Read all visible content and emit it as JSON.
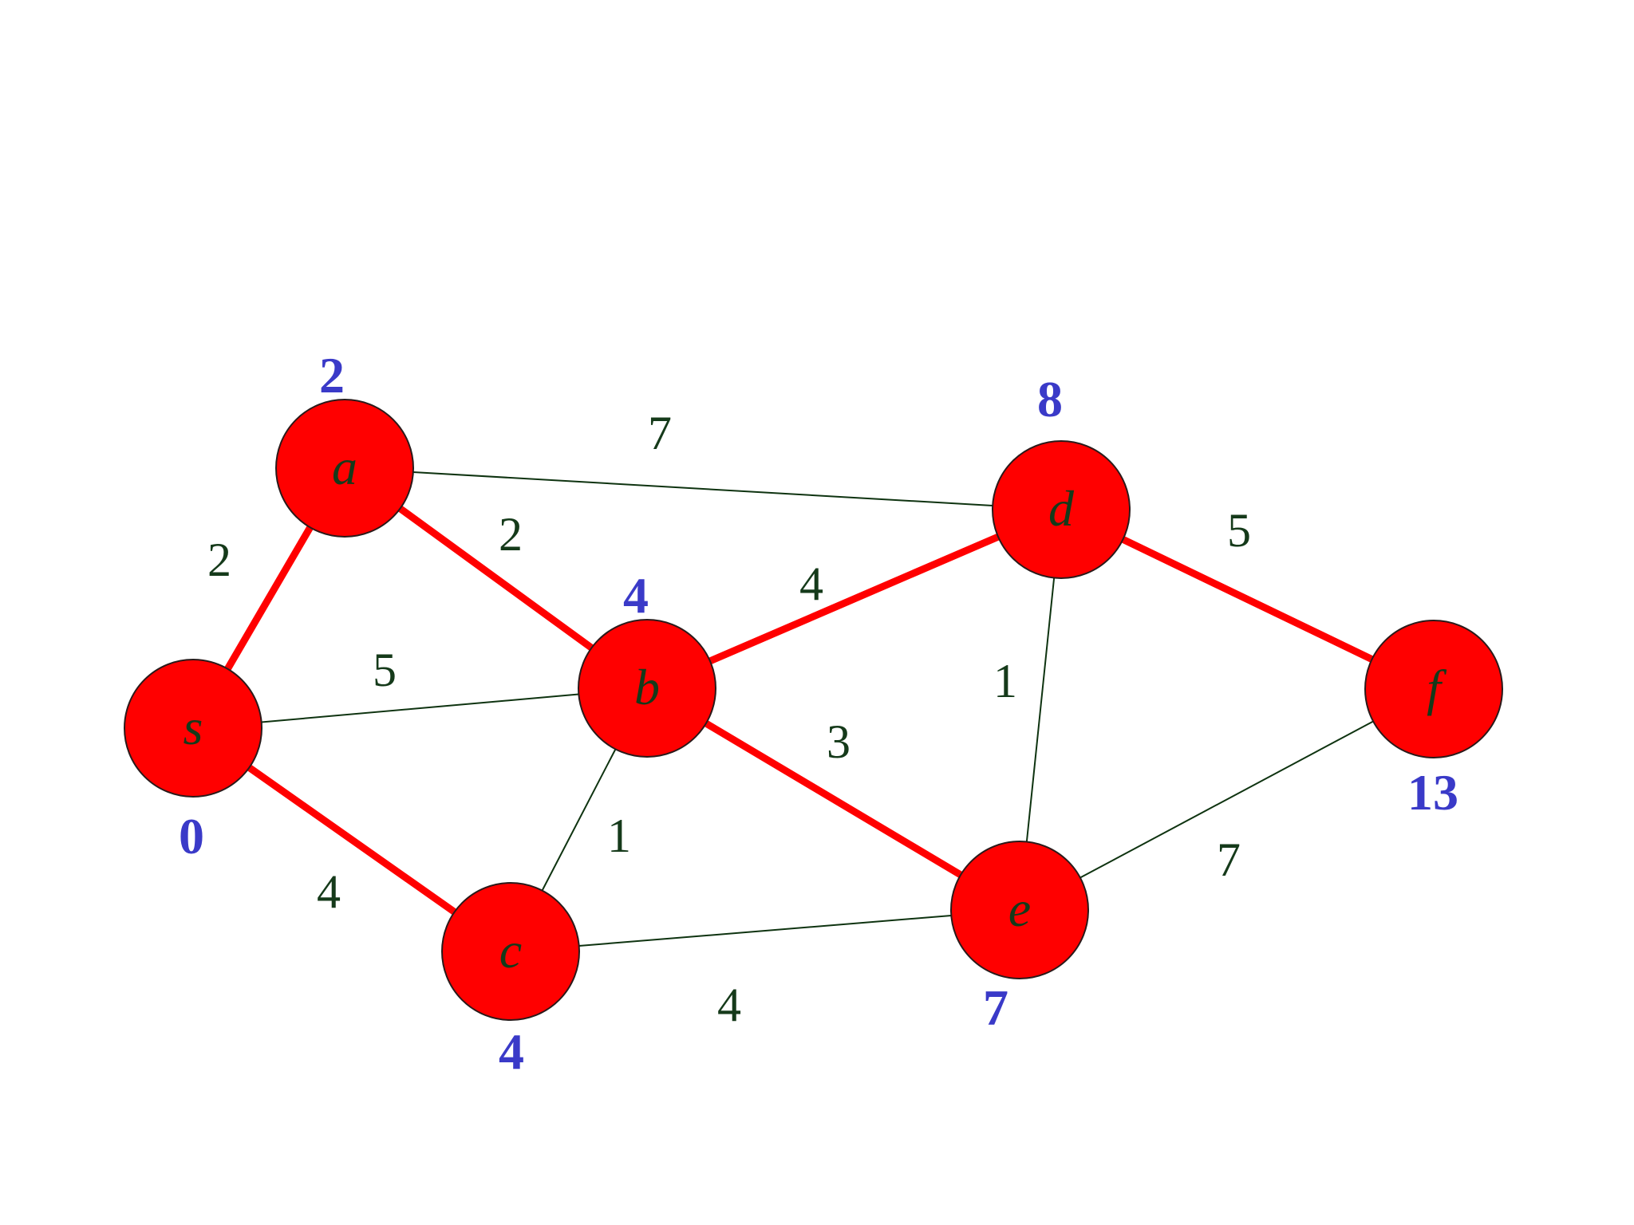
{
  "graph": {
    "nodes": [
      {
        "id": "s",
        "label": "s",
        "distance": "0"
      },
      {
        "id": "a",
        "label": "a",
        "distance": "2"
      },
      {
        "id": "b",
        "label": "b",
        "distance": "4"
      },
      {
        "id": "c",
        "label": "c",
        "distance": "4"
      },
      {
        "id": "d",
        "label": "d",
        "distance": "8"
      },
      {
        "id": "e",
        "label": "e",
        "distance": "7"
      },
      {
        "id": "f",
        "label": "f",
        "distance": "13"
      }
    ],
    "edges": [
      {
        "from": "s",
        "to": "a",
        "weight": "2",
        "in_tree": true
      },
      {
        "from": "s",
        "to": "b",
        "weight": "5",
        "in_tree": false
      },
      {
        "from": "s",
        "to": "c",
        "weight": "4",
        "in_tree": true
      },
      {
        "from": "a",
        "to": "b",
        "weight": "2",
        "in_tree": true
      },
      {
        "from": "a",
        "to": "d",
        "weight": "7",
        "in_tree": false
      },
      {
        "from": "b",
        "to": "c",
        "weight": "1",
        "in_tree": false
      },
      {
        "from": "b",
        "to": "d",
        "weight": "4",
        "in_tree": true
      },
      {
        "from": "b",
        "to": "e",
        "weight": "3",
        "in_tree": true
      },
      {
        "from": "c",
        "to": "e",
        "weight": "4",
        "in_tree": false
      },
      {
        "from": "d",
        "to": "e",
        "weight": "1",
        "in_tree": false
      },
      {
        "from": "d",
        "to": "f",
        "weight": "5",
        "in_tree": true
      },
      {
        "from": "e",
        "to": "f",
        "weight": "7",
        "in_tree": false
      }
    ]
  },
  "colors": {
    "node_fill": "#ff0000",
    "tree_edge": "#ff0000",
    "other_edge": "#0e3310",
    "weight_text": "#153a1a",
    "distance_text": "#3a3ac8"
  }
}
